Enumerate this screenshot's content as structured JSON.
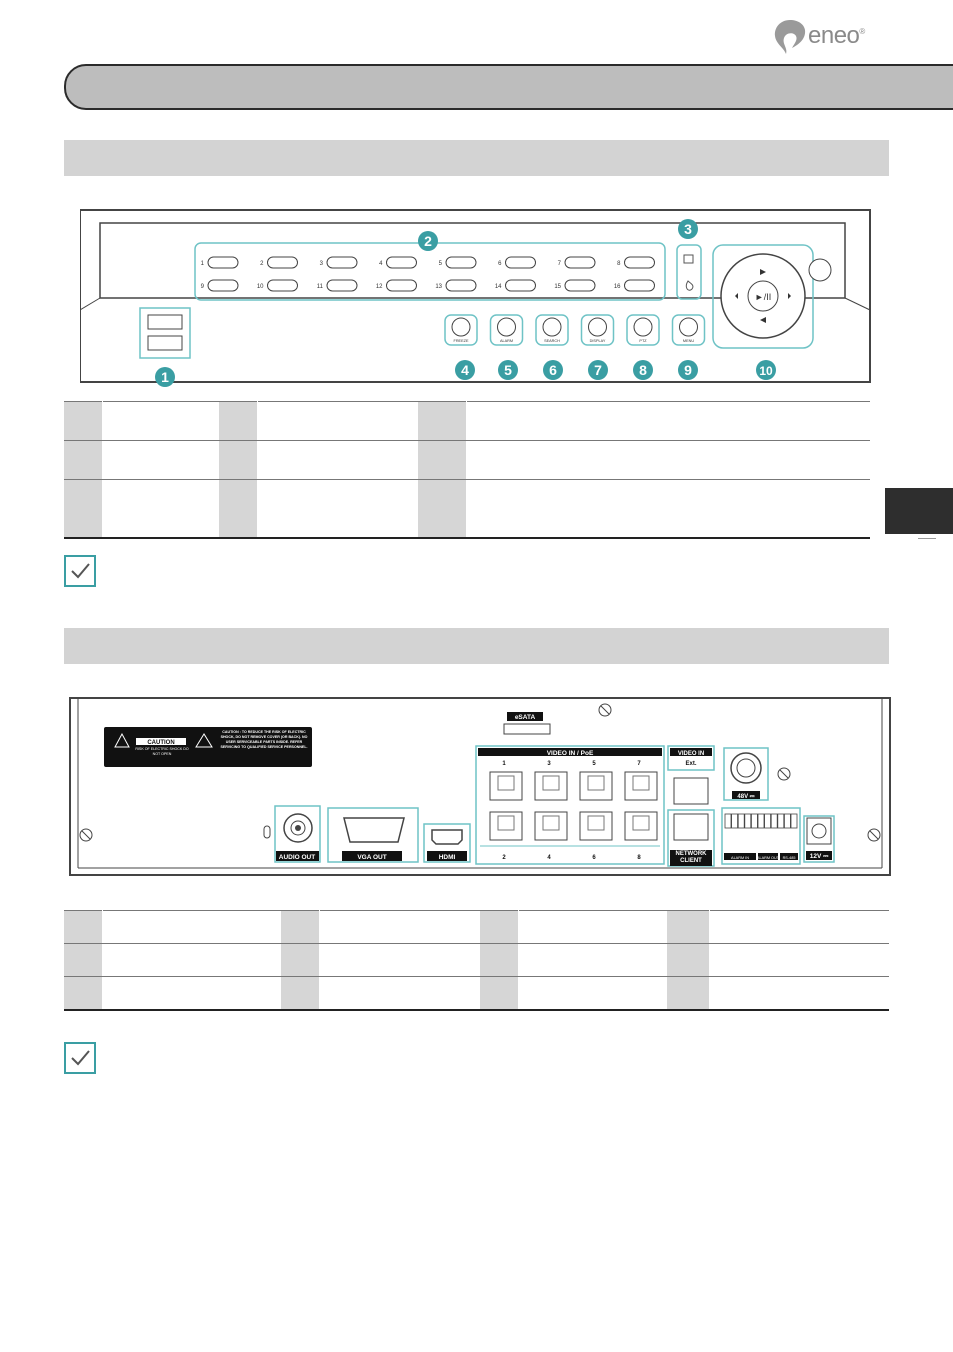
{
  "brand": {
    "name": "eneo",
    "trademark": "®"
  },
  "front_panel": {
    "numbers": [
      "1",
      "2",
      "3",
      "4",
      "5",
      "6",
      "7",
      "8",
      "9",
      "10"
    ],
    "channel_labels_row1": [
      "1",
      "2",
      "3",
      "4",
      "5",
      "6",
      "7",
      "8"
    ],
    "channel_labels_row2": [
      "9",
      "10",
      "11",
      "12",
      "13",
      "14",
      "15",
      "16"
    ],
    "buttons": [
      "FREEZE",
      "ALARM",
      "SEARCH",
      "DISPLAY",
      "PTZ",
      "MENU"
    ],
    "jog_center": "►/II"
  },
  "rear_panel": {
    "caution_title": "CAUTION",
    "caution_sub": "RISK OF ELECTRIC SHOCK DO NOT OPEN",
    "caution_text": "CAUTION : TO REDUCE THE RISK OF ELECTRIC SHOCK, DO NOT REMOVE COVER (OR BACK). NO USER SERVICEABLE PARTS INSIDE. REFER SERVICING TO QUALIFIED SERVICE PERSONNEL.",
    "esata": "eSATA",
    "video_in_poe": "VIDEO IN / PoE",
    "poe_top": [
      "1",
      "3",
      "5",
      "7"
    ],
    "poe_bottom": [
      "2",
      "4",
      "6",
      "8"
    ],
    "video_in_ext": "VIDEO IN",
    "ext": "Ext.",
    "network_client": "NETWORK CLIENT",
    "audio_out": "AUDIO OUT",
    "vga_out": "VGA  OUT",
    "hdmi": "HDMI",
    "v48": "48V ⎓",
    "v12": "12V ⎓",
    "alarm_in": "ALARM IN",
    "alarm_out": "ALARM OUT",
    "rs485": "RS-485"
  }
}
